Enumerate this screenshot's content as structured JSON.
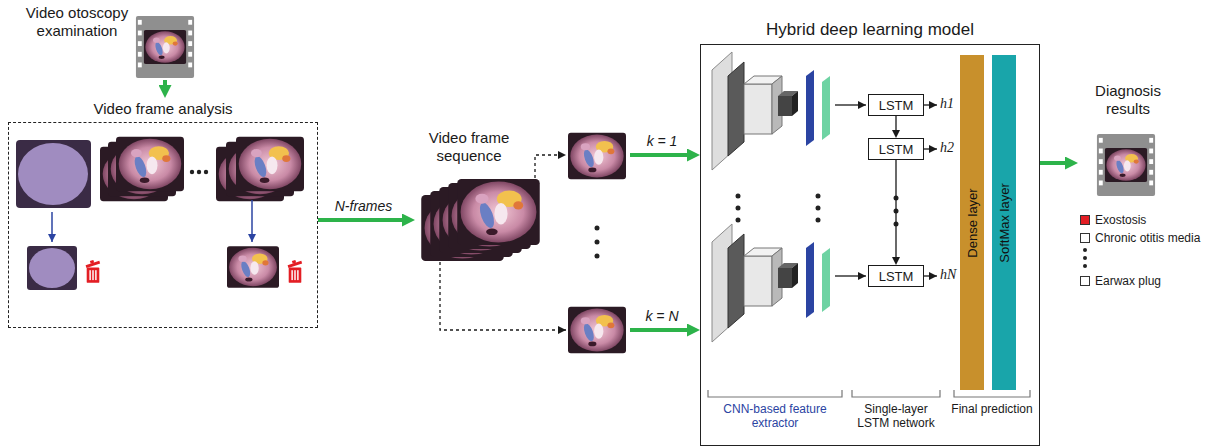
{
  "diagram": {
    "nodes": [
      {
        "text": [
          "Video otoscopy examination"
        ]
      },
      {
        "text": [
          "Video frame analysis"
        ]
      },
      {
        "text": [
          "Video frame sequence"
        ]
      },
      {
        "text": [
          "Hybrid deep learning model"
        ]
      },
      {
        "text": [
          "LSTM"
        ],
        "in": 3
      },
      {
        "text": [
          "LSTM"
        ],
        "in": 3
      },
      {
        "text": [
          "LSTM"
        ],
        "in": 3
      },
      {
        "text": [
          "Dense layer"
        ],
        "in": 3
      },
      {
        "text": [
          "SoftMax layer"
        ],
        "in": 3
      },
      {
        "text": [
          "Diagnosis results"
        ]
      }
    ],
    "edges": [
      {
        "from": 0,
        "to": 1,
        "arrow": "to"
      },
      {
        "from": 1,
        "to": 2,
        "label": "N-frames",
        "arrow": "to"
      },
      {
        "from": 2,
        "to": 3,
        "label": "k = 1",
        "arrow": "to"
      },
      {
        "from": 2,
        "to": 3,
        "label": "k = N",
        "arrow": "to"
      },
      {
        "from": 4,
        "to": 5,
        "arrow": "to"
      },
      {
        "from": 5,
        "to": 6,
        "arrow": "to"
      },
      {
        "from": 3,
        "to": 9,
        "arrow": "to"
      }
    ],
    "labels": [
      "h1",
      "h2",
      "hN",
      "CNN-based feature extractor",
      "Single-layer LSTM network",
      "Final prediction"
    ],
    "legend": [
      {
        "text": "Exostosis",
        "color": "#e31e24"
      },
      {
        "text": "Chronic otitis media",
        "color": "#ffffff"
      },
      {
        "text": "Earwax plug",
        "color": "#ffffff"
      }
    ]
  }
}
